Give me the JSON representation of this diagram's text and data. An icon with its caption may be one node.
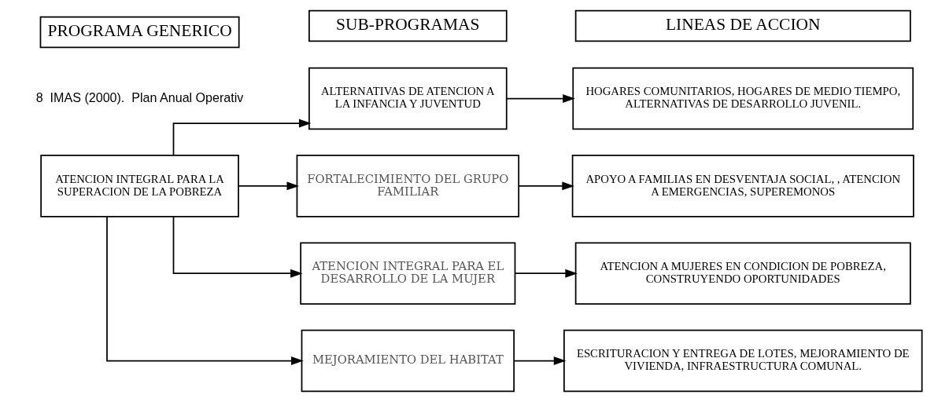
{
  "diagram": {
    "nodes": [
      {
        "text": [
          "ATENCION INTEGRAL PARA LA SUPERACION DE LA POBREZA"
        ]
      },
      {
        "text": [
          "ALTERNATIVAS DE ATENCION A LA INFANCIA Y JUVENTUD"
        ]
      },
      {
        "text": [
          "FORTALECIMIENTO DEL GRUPO FAMILIAR"
        ]
      },
      {
        "text": [
          "ATENCION INTEGRAL PARA EL DESARROLLO DE LA MUJER"
        ]
      },
      {
        "text": [
          "MEJORAMIENTO DEL HABITAT"
        ]
      },
      {
        "text": [
          "HOGARES COMUNITARIOS, HOGARES DE MEDIO TIEMPO, ALTERNATIVAS DE DESARROLLO JUVENIL."
        ]
      },
      {
        "text": [
          "APOYO A FAMILIAS EN DESVENTAJA SOCIAL, , ATENCION A EMERGENCIAS, SUPEREMONOS"
        ]
      },
      {
        "text": [
          "ATENCION A MUJERES EN CONDICION DE POBREZA, CONSTRUYENDO OPORTUNIDADES"
        ]
      },
      {
        "text": [
          "ESCRITURACION Y ENTREGA DE LOTES, MEJORAMIENTO DE VIVIENDA, INFRAESTRUCTURA COMUNAL."
        ]
      }
    ],
    "edges": [
      {
        "from": 0,
        "to": 1,
        "arrow": "to"
      },
      {
        "from": 0,
        "to": 2,
        "arrow": "to"
      },
      {
        "from": 0,
        "to": 3,
        "arrow": "to"
      },
      {
        "from": 0,
        "to": 4,
        "arrow": "to"
      },
      {
        "from": 1,
        "to": 5,
        "arrow": "to"
      },
      {
        "from": 2,
        "to": 6,
        "arrow": "to"
      },
      {
        "from": 3,
        "to": 7,
        "arrow": "to"
      },
      {
        "from": 4,
        "to": 8,
        "arrow": "to"
      }
    ],
    "labels": [
      "PROGRAMA GENERICO",
      "SUB-PROGRAMAS",
      "LINEAS DE ACCION",
      "8",
      "IMAS (2000).",
      "Plan Anual Operativ"
    ]
  }
}
